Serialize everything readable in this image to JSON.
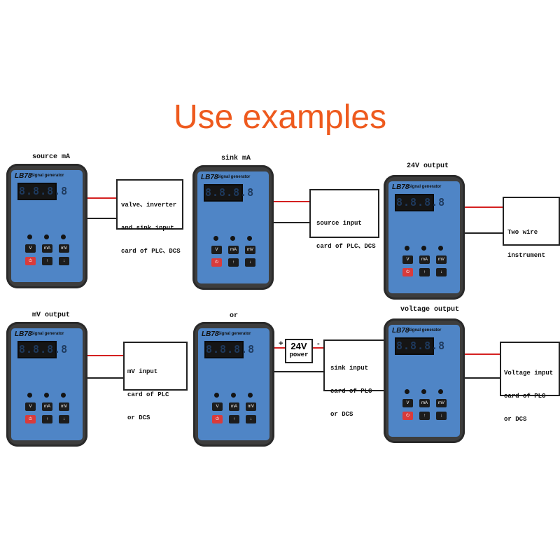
{
  "title": "Use examples",
  "device": {
    "model": "LB78",
    "subtitle": "Signal generator",
    "display": "8.8.8.8",
    "keys": {
      "v": "V",
      "ma": "mA",
      "mv": "mV",
      "power": "⏻",
      "up": "↑",
      "down": "↓"
    }
  },
  "examples": [
    {
      "caption": "source mA",
      "lines": [
        "valve、inverter",
        "and sink input",
        "card of PLC、DCS"
      ]
    },
    {
      "caption": "sink mA",
      "lines": [
        "source input",
        "card of PLC、DCS"
      ]
    },
    {
      "caption": "24V output",
      "lines": [
        "Two wire",
        "instrument"
      ]
    },
    {
      "caption": "mV output",
      "lines": [
        "mV input",
        "card of PLC",
        "or DCS"
      ]
    },
    {
      "caption": "or",
      "lines": [
        "sink input",
        "card of PLC",
        "or DCS"
      ]
    },
    {
      "caption": "voltage output",
      "lines": [
        "Voltage input",
        "card of PLC",
        "or DCS"
      ]
    }
  ],
  "power_supply": {
    "voltage": "24V",
    "label": "power",
    "plus": "+",
    "minus": "-"
  },
  "colors": {
    "title": "#ee5a1e",
    "device_face": "#4f85c6",
    "device_body": "#3d3d3d",
    "wire_red": "#d42020",
    "wire_black": "#222222"
  }
}
